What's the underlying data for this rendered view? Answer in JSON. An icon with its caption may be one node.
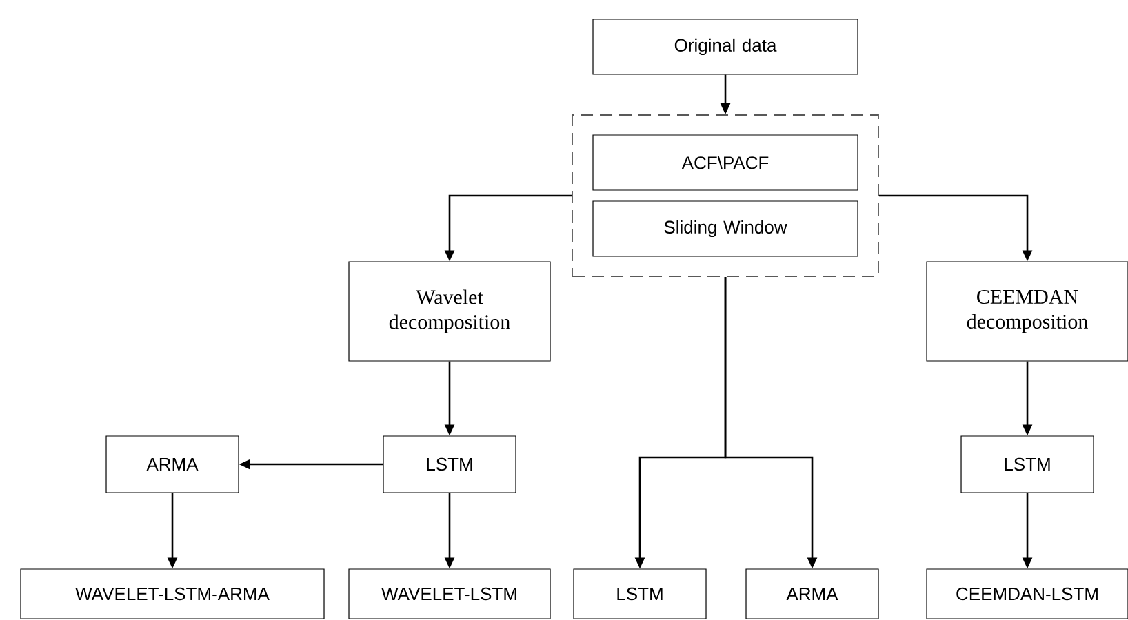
{
  "diagram": {
    "nodes": [
      {
        "text": [
          "Original data"
        ]
      },
      {
        "text": [],
        "shape": "box"
      },
      {
        "text": [
          "ACF\\PACF"
        ],
        "in": 1
      },
      {
        "text": [
          "Sliding Window"
        ],
        "in": 1
      },
      {
        "text": [
          "Wavelet decomposition"
        ]
      },
      {
        "text": [
          "CEEMDAN decomposition"
        ]
      },
      {
        "text": [
          "ARMA"
        ]
      },
      {
        "text": [
          "LSTM"
        ]
      },
      {
        "text": [
          "LSTM"
        ]
      },
      {
        "text": [
          "WAVELET-LSTM-ARMA"
        ]
      },
      {
        "text": [
          "WAVELET-LSTM"
        ]
      },
      {
        "text": [
          "LSTM"
        ]
      },
      {
        "text": [
          "ARMA"
        ]
      },
      {
        "text": [
          "CEEMDAN-LSTM"
        ]
      }
    ],
    "edges": [
      {
        "from": 0,
        "to": 1,
        "arrow": "to"
      },
      {
        "from": 1,
        "to": 4,
        "arrow": "to"
      },
      {
        "from": 1,
        "to": 5,
        "arrow": "to"
      },
      {
        "from": 4,
        "to": 7,
        "arrow": "to"
      },
      {
        "from": 7,
        "to": 6,
        "arrow": "to"
      },
      {
        "from": 6,
        "to": 9,
        "arrow": "to"
      },
      {
        "from": 7,
        "to": 10,
        "arrow": "to"
      },
      {
        "from": 1,
        "to": 11,
        "arrow": "to"
      },
      {
        "from": 1,
        "to": 12,
        "arrow": "to"
      },
      {
        "from": 5,
        "to": 8,
        "arrow": "to"
      },
      {
        "from": 8,
        "to": 13,
        "arrow": "to"
      }
    ]
  }
}
